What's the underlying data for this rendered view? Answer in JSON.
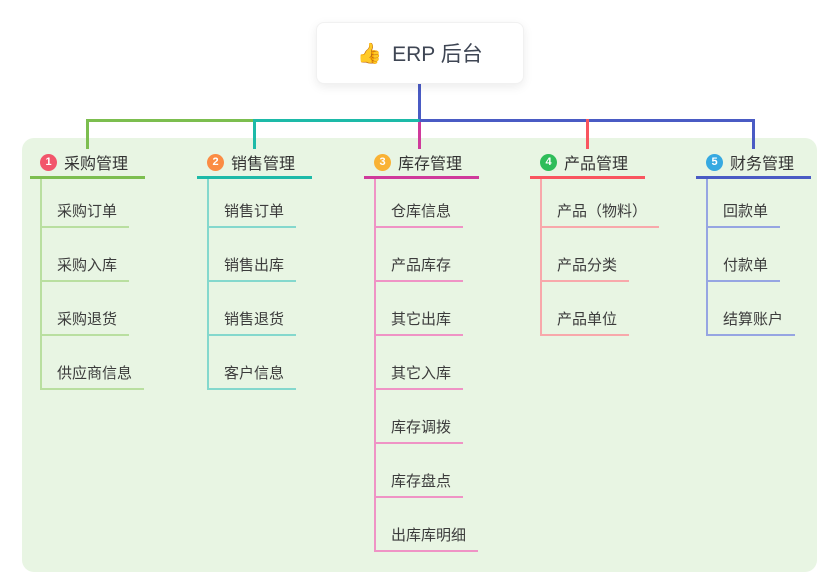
{
  "root": {
    "emoji": "👍",
    "label": "ERP 后台"
  },
  "colors": {
    "canvas_bg": "#ffffff",
    "panel_bg": "#e8f5e3",
    "root_line": "#4a5bc4",
    "header_text": "#333333",
    "child_text": "#3c3c3c"
  },
  "branches": [
    {
      "num": "1",
      "label": "采购管理",
      "badge_color": "#f2566b",
      "line_color": "#7cbe4f",
      "light_color": "#b9dfa0",
      "children": [
        "采购订单",
        "采购入库",
        "采购退货",
        "供应商信息"
      ]
    },
    {
      "num": "2",
      "label": "销售管理",
      "badge_color": "#fb8c44",
      "line_color": "#1dbaa8",
      "light_color": "#84d8cd",
      "children": [
        "销售订单",
        "销售出库",
        "销售退货",
        "客户信息"
      ]
    },
    {
      "num": "3",
      "label": "库存管理",
      "badge_color": "#f9b234",
      "line_color": "#cf3a9b",
      "light_color": "#ef93c5",
      "children": [
        "仓库信息",
        "产品库存",
        "其它出库",
        "其它入库",
        "库存调拨",
        "库存盘点",
        "出库库明细"
      ]
    },
    {
      "num": "4",
      "label": "产品管理",
      "badge_color": "#2ebd59",
      "line_color": "#f9555f",
      "light_color": "#f8a8ab",
      "children": [
        "产品（物料）",
        "产品分类",
        "产品单位"
      ]
    },
    {
      "num": "5",
      "label": "财务管理",
      "badge_color": "#36a9e1",
      "line_color": "#4a5bc4",
      "light_color": "#96a5e2",
      "children": [
        "回款单",
        "付款单",
        "结算账户"
      ]
    }
  ]
}
